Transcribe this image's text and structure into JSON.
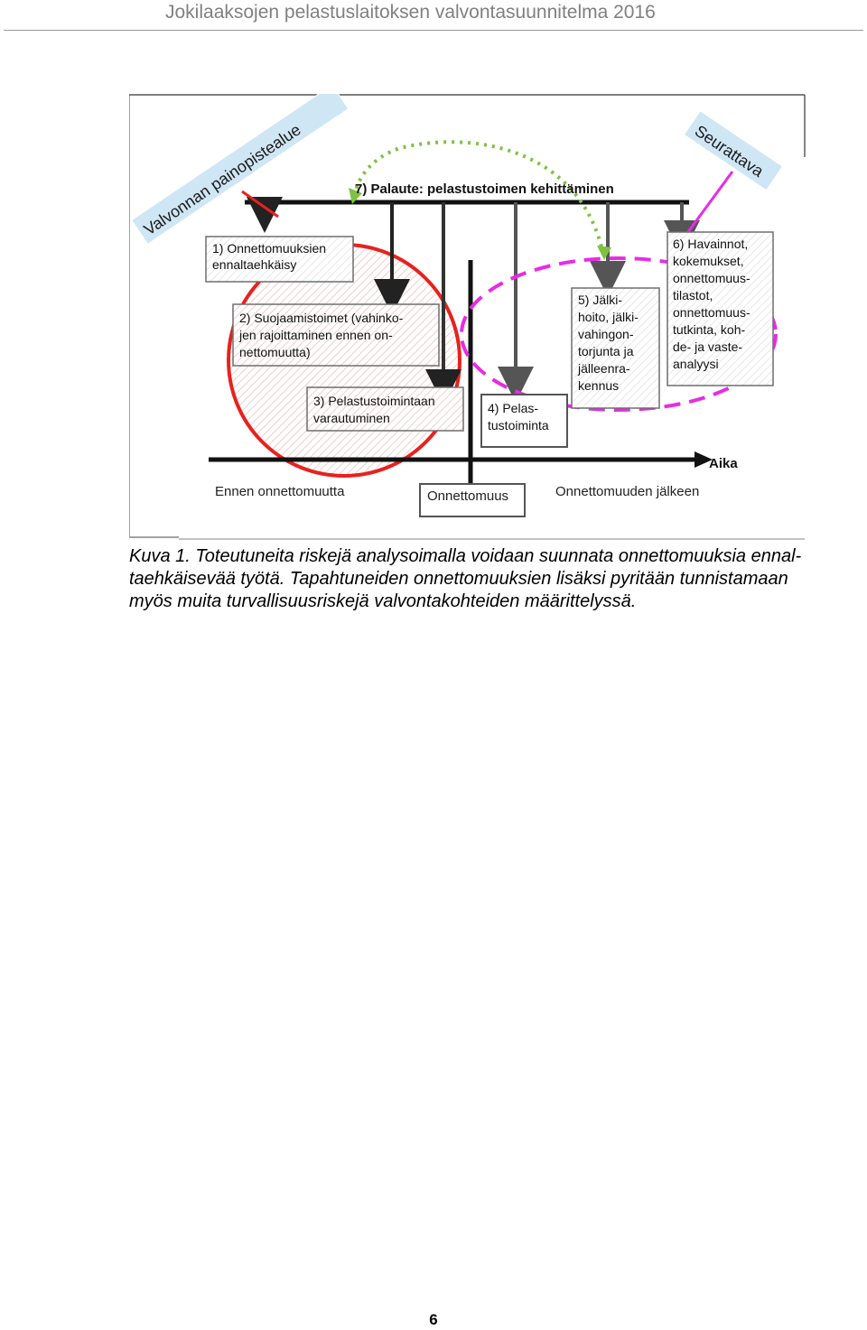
{
  "header": {
    "title": "Jokilaaksojen pelastuslaitoksen valvontasuunnitelma 2016"
  },
  "figure": {
    "banner_left": "Valvonnan painopistealue",
    "banner_right": "Seurattava",
    "feedback_label": "7) Palaute: pelastustoimen kehittäminen",
    "boxes": {
      "box1": [
        "1) Onnettomuuksien",
        "ennaltaehkäisy"
      ],
      "box2": [
        "2) Suojaamistoimet (vahinko-",
        "jen rajoittaminen ennen on-",
        "nettomuutta)"
      ],
      "box3": [
        "3) Pelastustoimintaan",
        "varautuminen"
      ],
      "box4": [
        "4) Pelas-",
        "tustoiminta"
      ],
      "box5": [
        "5)     Jälki-",
        "hoito, jälki-",
        "vahingon-",
        "torjunta   ja",
        "jälleenra-",
        "kennus"
      ],
      "box6": [
        "6) Havainnot,",
        "kokemukset,",
        "onnettomuus-",
        "tilastot,",
        "onnettomuus-",
        "tutkinta, koh-",
        "de- ja vaste-",
        "analyysi"
      ]
    },
    "timeline": {
      "axis_label": "Aika",
      "before": "Ennen onnettomuutta",
      "accident": "Onnettomuus",
      "after": "Onnettomuuden jälkeen"
    }
  },
  "caption": {
    "lines": [
      "Kuva 1. Toteutuneita riskejä analysoimalla voidaan suunnata onnettomuuksia ennal-",
      "taehkäisevää työtä. Tapahtuneiden onnettomuuksien lisäksi pyritään tunnistamaan",
      "myös muita turvallisuusriskejä valvontakohteiden määrittelyssä."
    ]
  },
  "page_number": "6",
  "colors": {
    "header_text": "#808080",
    "red_circle": "#e8211d",
    "magenta": "#e62ce6",
    "green_arrow": "#7ec242",
    "banner_fill": "#cfe6f5",
    "box_border": "#6e6e6e"
  }
}
